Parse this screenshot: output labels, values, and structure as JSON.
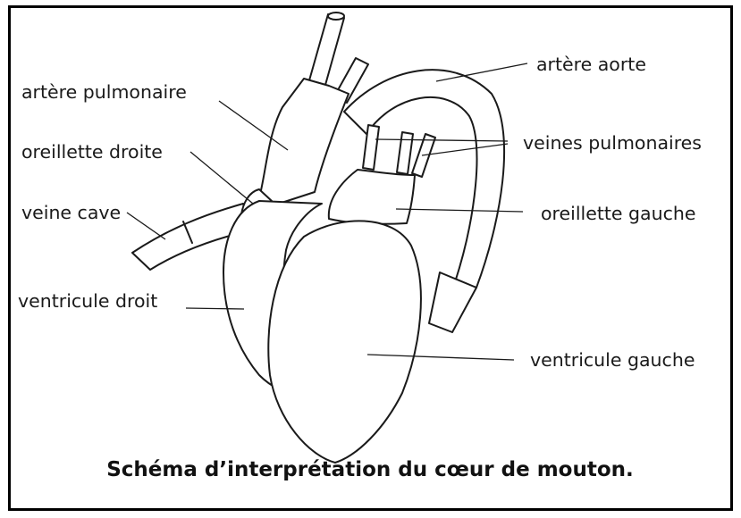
{
  "diagram": {
    "labels": {
      "arteria_pulmonaire": "artère pulmonaire",
      "oreillette_droite": "oreillette droite",
      "veine_cave": "veine cave",
      "ventricule_droit": "ventricule droit",
      "artere_aorte": "artère aorte",
      "veines_pulmonaires": "veines pulmonaires",
      "oreillette_gauche": "oreillette gauche",
      "ventricule_gauche": "ventricule gauche"
    },
    "caption": "Schéma d’interprétation du cœur de mouton."
  }
}
